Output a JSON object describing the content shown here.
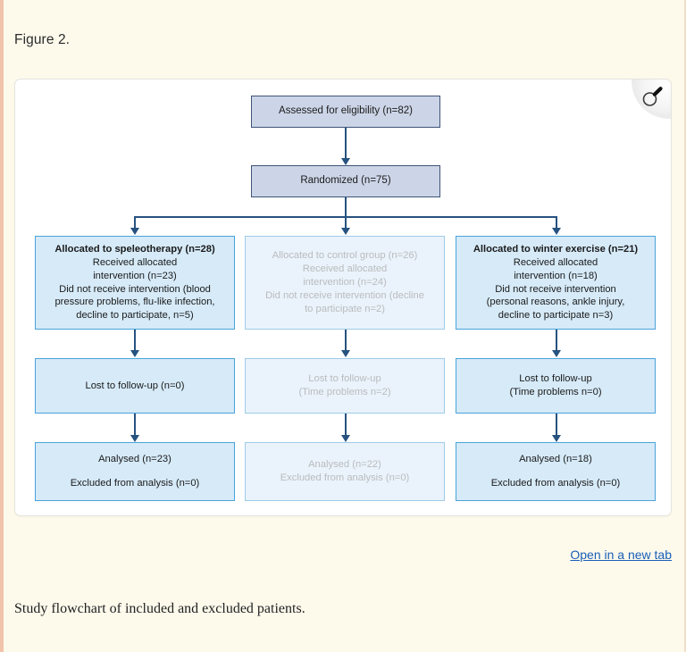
{
  "page": {
    "figure_label": "Figure 2.",
    "caption": "Study flowchart of included and excluded patients.",
    "open_link": "Open in a new tab",
    "background_color": "#fdfaec",
    "accent_stripe_color": "#f2c3ab",
    "link_color": "#1a5eb8"
  },
  "card": {
    "zoom_icon": "magnifier-icon"
  },
  "flowchart": {
    "colors": {
      "top_box_fill": "#ccd5e7",
      "top_box_border": "#3e5479",
      "blue_box_fill": "#d6eaf8",
      "blue_box_border": "#4aa3da",
      "faded_box_fill": "#eaf3fb",
      "faded_box_border": "#9ecbe8",
      "faded_text": "#b9bcbe",
      "connector": "#26527f"
    },
    "enrollment": {
      "assessed": "Assessed for eligibility (n=82)",
      "randomized": "Randomized (n=75)"
    },
    "columns": [
      {
        "key": "speleotherapy",
        "faded": false,
        "allocation": [
          "Allocated to speleotherapy (n=28)",
          "Received allocated",
          "intervention (n=23)",
          "Did not receive intervention (blood",
          "pressure problems, flu-like infection,",
          "decline to participate, n=5)"
        ],
        "followup": [
          "Lost to follow-up (n=0)"
        ],
        "analysis": [
          "Analysed (n=23)",
          "Excluded from analysis (n=0)"
        ]
      },
      {
        "key": "control",
        "faded": true,
        "allocation": [
          "Allocated to control group (n=26)",
          "Received allocated",
          "intervention (n=24)",
          "Did not receive intervention (decline",
          "to participate n=2)"
        ],
        "followup": [
          "Lost to follow-up",
          "(Time problems n=2)"
        ],
        "analysis": [
          "Analysed (n=22)",
          "Excluded from analysis (n=0)"
        ]
      },
      {
        "key": "winter-exercise",
        "faded": false,
        "allocation": [
          "Allocated to winter exercise (n=21)",
          "Received allocated",
          "intervention (n=18)",
          "Did not receive intervention",
          "(personal reasons, ankle injury,",
          "decline to participate n=3)"
        ],
        "followup": [
          "Lost to follow-up",
          "(Time problems n=0)"
        ],
        "analysis": [
          "Analysed (n=18)",
          "Excluded from analysis (n=0)"
        ]
      }
    ]
  }
}
